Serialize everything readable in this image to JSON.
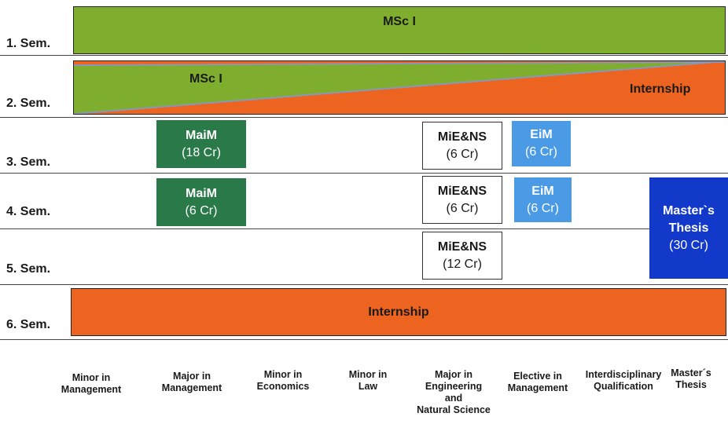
{
  "semesters": [
    "1. Sem.",
    "2. Sem.",
    "3. Sem.",
    "4. Sem.",
    "5. Sem.",
    "6. Sem."
  ],
  "bars": {
    "sem1": "MSc I",
    "sem2_left": "MSc I",
    "sem2_right": "Internship",
    "sem6": "Internship"
  },
  "boxes": {
    "maim3": {
      "title": "MaiM",
      "credits": "(18 Cr)"
    },
    "maim4": {
      "title": "MaiM",
      "credits": "(6 Cr)"
    },
    "mie3": {
      "title": "MiE&NS",
      "credits": "(6 Cr)"
    },
    "mie4": {
      "title": "MiE&NS",
      "credits": "(6 Cr)"
    },
    "mie5": {
      "title": "MiE&NS",
      "credits": "(12 Cr)"
    },
    "eim3": {
      "title": "EiM",
      "credits": "(6 Cr)"
    },
    "eim4": {
      "title": "EiM",
      "credits": "(6 Cr)"
    },
    "thesis": {
      "line1": "Master`s",
      "line2": "Thesis",
      "credits": "(30 Cr)"
    }
  },
  "columns": {
    "minor_mgmt": [
      "Minor in",
      "Management"
    ],
    "major_mgmt": [
      "Major in",
      "Management"
    ],
    "minor_econ": [
      "Minor in",
      "Economics"
    ],
    "minor_law": [
      "Minor in",
      "Law"
    ],
    "major_eng": [
      "Major in",
      "Engineering",
      "and",
      "Natural Science"
    ],
    "elective": [
      "Elective in",
      "Management"
    ],
    "interdisc": [
      "Interdisciplinary",
      "Qualification"
    ],
    "thesis": [
      "Master´s",
      "Thesis"
    ]
  },
  "colors": {
    "green": "#7fae2f",
    "orange": "#ec6420",
    "maim": "#2a7a49",
    "eim": "#4a9ae6",
    "thesis": "#1239c9"
  }
}
